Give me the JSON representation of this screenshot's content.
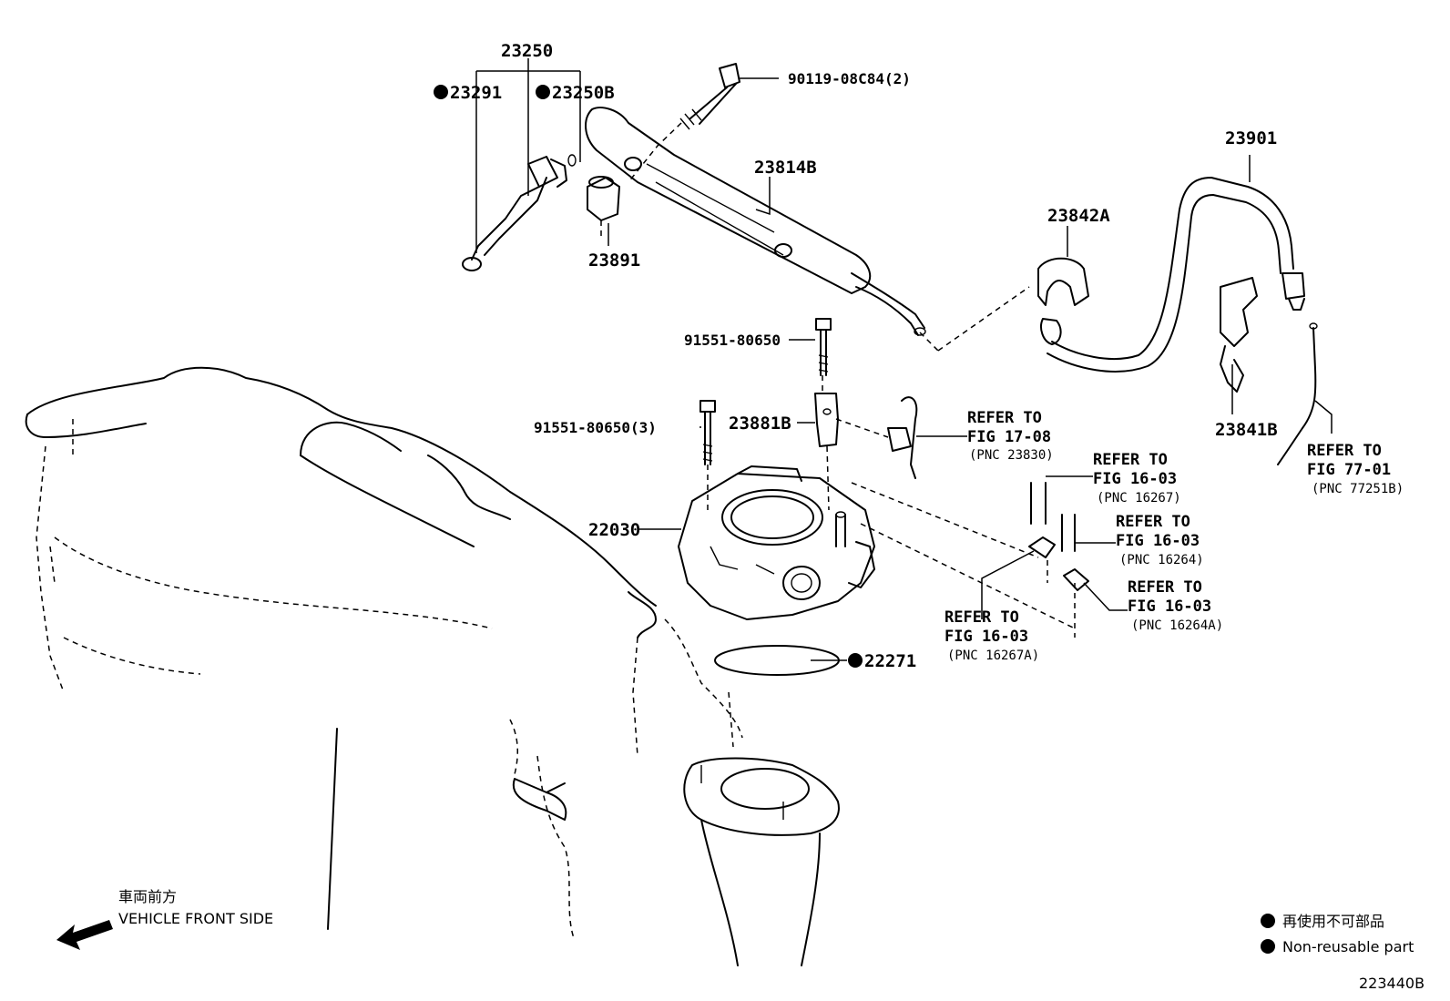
{
  "labels": {
    "p23250": "23250",
    "p23291": "23291",
    "p23250B": "23250B",
    "p90119": "90119-08C84(2)",
    "p23814B": "23814B",
    "p23891": "23891",
    "p23901": "23901",
    "p23842A": "23842A",
    "p91551a": "91551-80650",
    "p91551b": "91551-80650(3)",
    "p23881B": "23881B",
    "p23841B": "23841B",
    "p22030": "22030",
    "p22271": "22271",
    "diagram_code": "223440B"
  },
  "refs": {
    "r1": {
      "line1": "REFER TO",
      "line2": "FIG 17-08",
      "line3": "(PNC 23830)"
    },
    "r2": {
      "line1": "REFER TO",
      "line2": "FIG 16-03",
      "line3": "(PNC 16267)"
    },
    "r3": {
      "line1": "REFER TO",
      "line2": "FIG 16-03",
      "line3": "(PNC 16264)"
    },
    "r4": {
      "line1": "REFER TO",
      "line2": "FIG 16-03",
      "line3": "(PNC 16264A)"
    },
    "r5": {
      "line1": "REFER TO",
      "line2": "FIG 16-03",
      "line3": "(PNC 16267A)"
    },
    "r6": {
      "line1": "REFER TO",
      "line2": "FIG 77-01",
      "line3": "(PNC 77251B)"
    }
  },
  "direction": {
    "jp": "車両前方",
    "en": "VEHICLE FRONT SIDE"
  },
  "legend": {
    "jp": "再使用不可部品",
    "en": "Non-reusable part"
  }
}
